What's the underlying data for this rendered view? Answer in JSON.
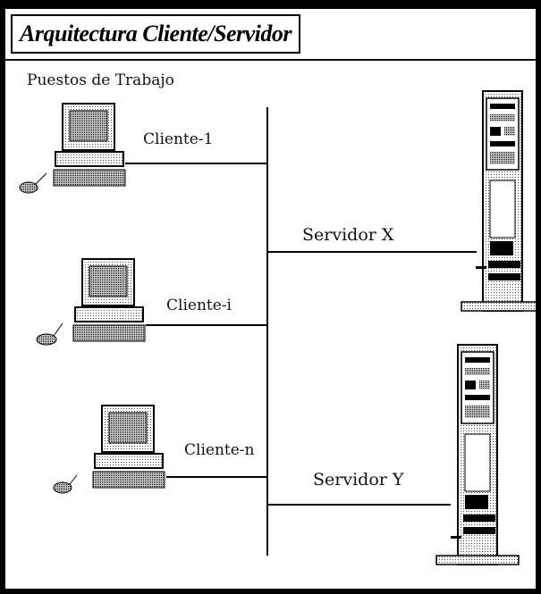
{
  "diagram": {
    "title": "Arquitectura Cliente/Servidor",
    "workstations_label": "Puestos de Trabajo",
    "clients": [
      {
        "label": "Cliente-1"
      },
      {
        "label": "Cliente-i"
      },
      {
        "label": "Cliente-n"
      }
    ],
    "servers": [
      {
        "label": "Servidor X"
      },
      {
        "label": "Servidor Y"
      }
    ]
  }
}
